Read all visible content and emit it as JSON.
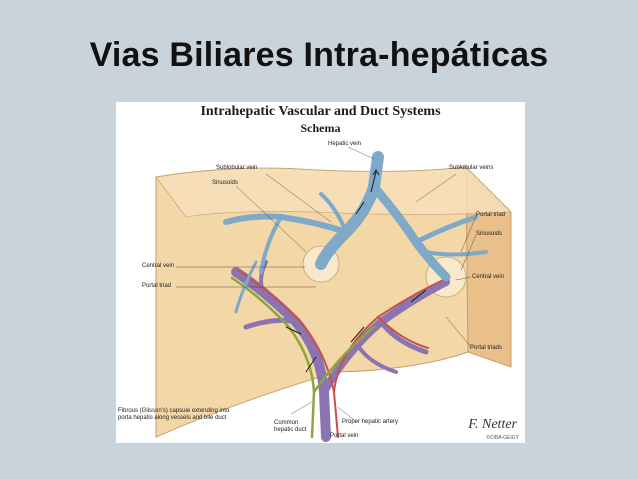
{
  "slide": {
    "title": "Vias Biliares Intra-hepáticas"
  },
  "figure": {
    "title": "Intrahepatic Vascular and Duct Systems",
    "subtitle": "Schema",
    "labels": {
      "hepatic_vein": "Hepatic vein",
      "sublobular_vein": "Sublobular vein",
      "sinusoids_left": "Sinusoids",
      "sublobular_veins": "Sublobular veins",
      "portal_triad_right": "Portal triad",
      "sinusoids_right": "Sinusoids",
      "central_vein_left": "Central vein",
      "central_vein_right": "Central vein",
      "portal_triad_left": "Portal triad",
      "portal_triads": "Portal triads",
      "fibrous_capsule": "Fibrous (Glisson's) capsule extending into porta hepatis along vessels and bile duct",
      "common_hepatic_duct": "Common hepatic duct",
      "proper_hepatic_artery": "Proper hepatic artery",
      "portal_vein": "Portal vein"
    },
    "signature": "F. Netter",
    "signature_sub": "©CIBA-GEIGY",
    "colors": {
      "liver_surface": "#f3d7a6",
      "liver_side": "#e9c08a",
      "hepatic_vein": "#7fa9c9",
      "portal_vein": "#8c74b0",
      "artery": "#c84f4f",
      "bile_duct": "#8aa63c"
    }
  }
}
